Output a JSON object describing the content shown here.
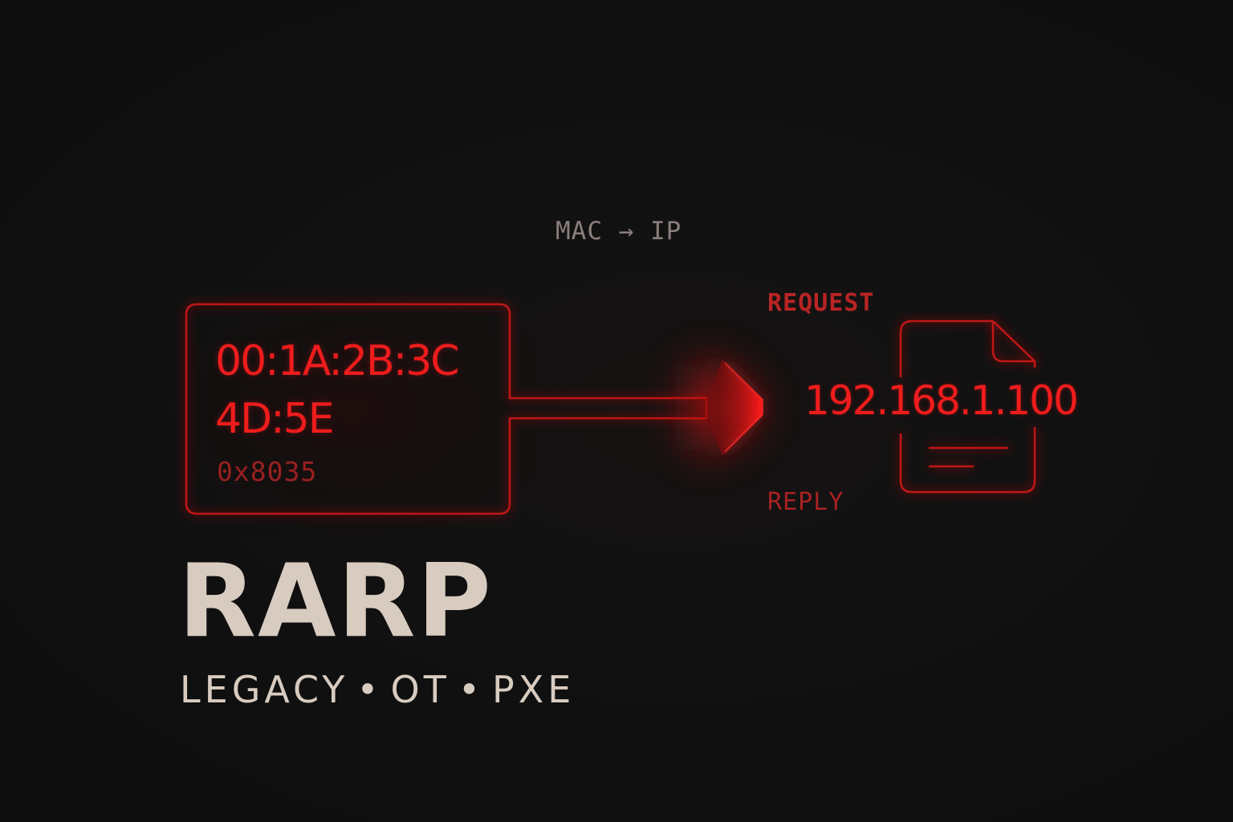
{
  "direction_label": "MAC → IP",
  "mac_box": {
    "mac_line_1": "00:1A:2B:3C",
    "mac_line_2": "4D:5E",
    "ethertype": "0x8035"
  },
  "server": {
    "request_label": "REQUEST",
    "reply_label": "REPLY",
    "ip_address": "192.168.1.100"
  },
  "title": "RARP",
  "subtitle": {
    "items": [
      "LEGACY",
      "OT",
      "PXE"
    ],
    "separator": "•"
  },
  "colors": {
    "background": "#101010",
    "accent_red": "#e51b1b",
    "dim_red": "#9a2020",
    "title_text": "#d8cbc0",
    "muted_text": "#8a7f7c"
  },
  "icons": {
    "mac_box": "mac-address-frame",
    "arrow": "flow-arrow-icon",
    "document": "document-icon"
  }
}
